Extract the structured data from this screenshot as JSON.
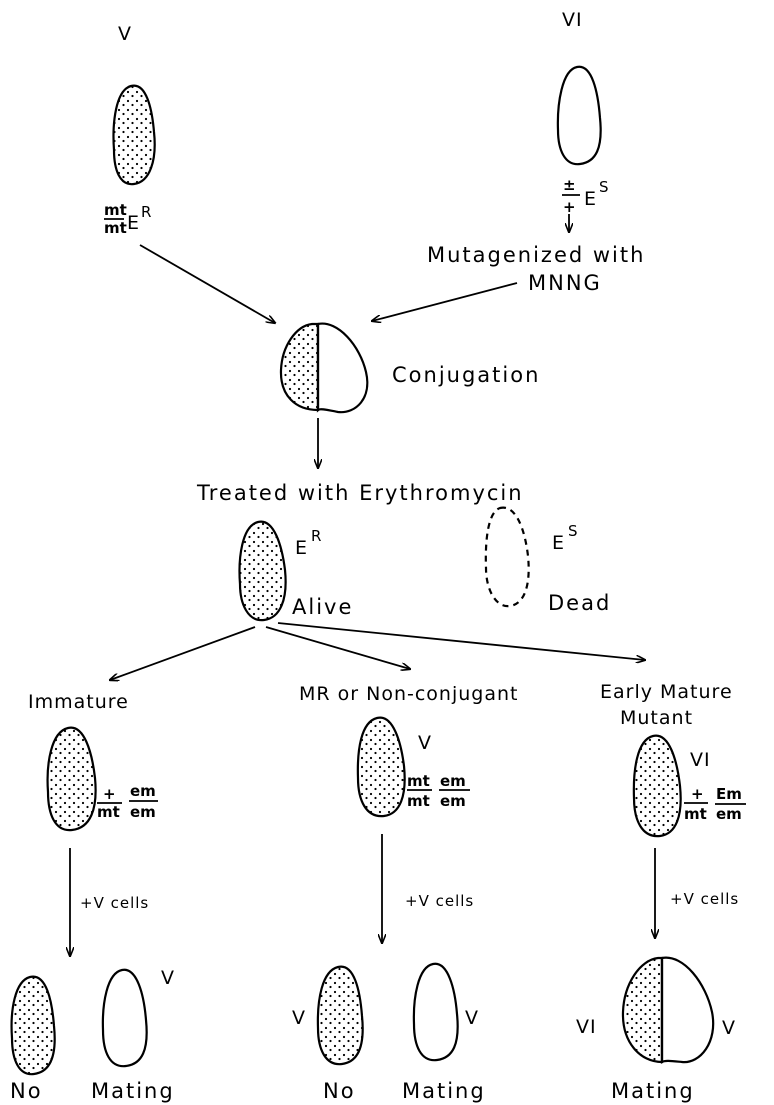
{
  "strains": {
    "v": "V",
    "vi": "VI"
  },
  "genotypes": {
    "parent_v": {
      "num": "mt",
      "den": "mt",
      "suffix": "E",
      "sup": "R"
    },
    "parent_vi": {
      "num": "±",
      "den": "+",
      "suffix": "E",
      "sup": "S"
    },
    "immature": {
      "n1": "+",
      "d1": "mt",
      "n2": "em",
      "d2": "em"
    },
    "mr": {
      "n1": "mt",
      "d1": "mt",
      "n2": "em",
      "d2": "em"
    },
    "early": {
      "n1": "+",
      "d1": "mt",
      "n2": "Em",
      "d2": "em"
    }
  },
  "labels": {
    "mutagenized_line1": "Mutagenized with",
    "mutagenized_line2": "MNNG",
    "conjugation": "Conjugation",
    "treated": "Treated with Erythromycin",
    "er_main": "E",
    "er_sup": "R",
    "es_main": "E",
    "es_sup": "S",
    "alive": "Alive",
    "dead": "Dead",
    "immature": "Immature",
    "mr": "MR or Non-conjugant",
    "early_line1": "Early Mature",
    "early_line2": "Mutant",
    "v_cells": "+V cells"
  },
  "outcomes": {
    "immature": [
      "No",
      "Mating"
    ],
    "mr": [
      "No",
      "Mating"
    ],
    "early": [
      "Mating"
    ]
  }
}
